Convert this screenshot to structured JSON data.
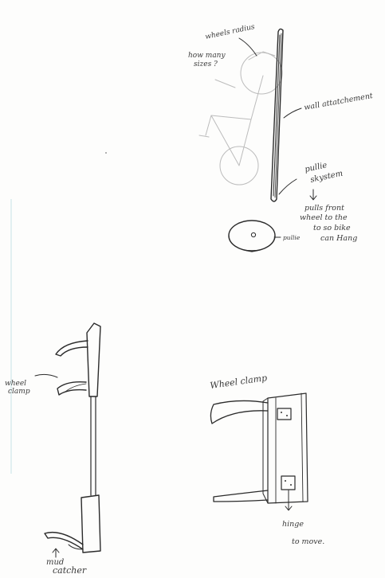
{
  "labels": {
    "wheels_radius": "wheels radius",
    "how_many_sizes": "how many",
    "sizes_q": "sizes ?",
    "wall_attachment": "wall attatchement",
    "pullie_system_1": "pullie",
    "pullie_system_2": "skystem",
    "pulls_line1": "pulls front",
    "pulls_line2": "wheel to the",
    "pulls_line3": "to so bike",
    "pulls_line4": "can Hang",
    "pullie": "pullie",
    "wheel_clamp_left_1": "wheel",
    "wheel_clamp_left_2": "clamp",
    "mud_catcher_1": "mud",
    "mud_catcher_2": "catcher",
    "wheel_clamp_right": "Wheel clamp",
    "hinge": "hinge",
    "to_move": "to move."
  }
}
